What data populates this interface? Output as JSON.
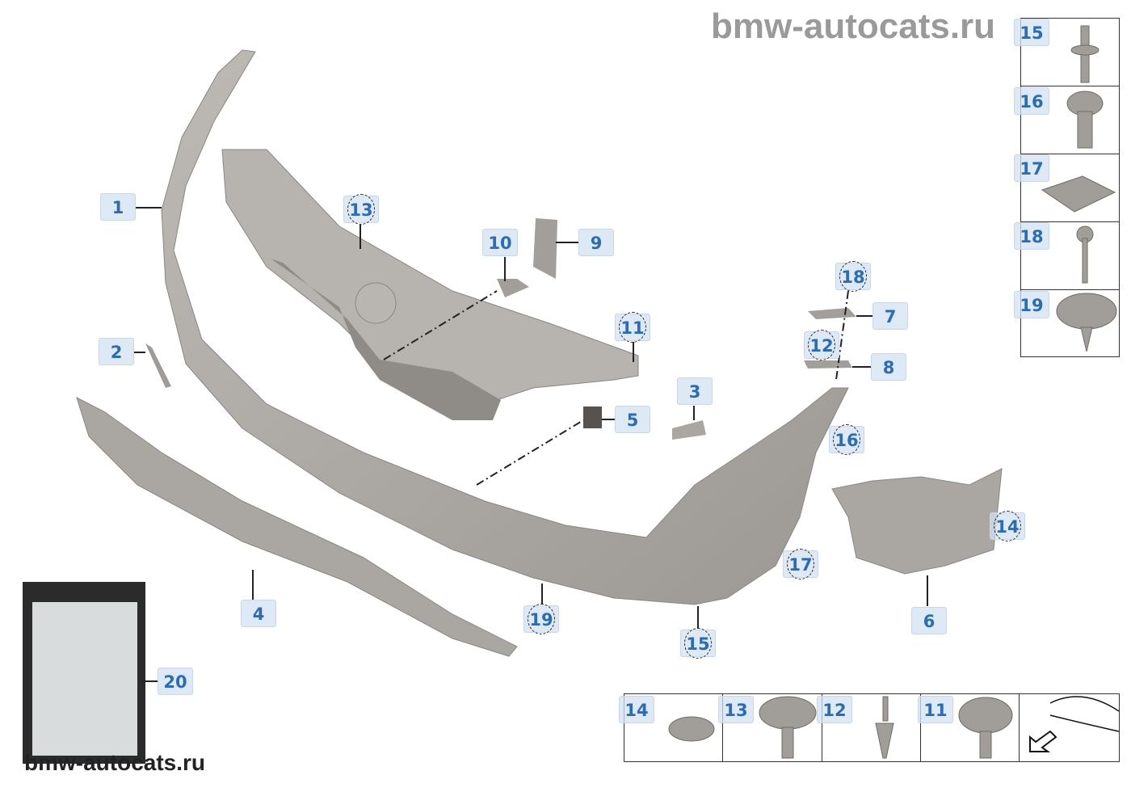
{
  "watermark_top": "bmw-autocats.ru",
  "watermark_bottom": "bmw-autocats.ru",
  "callouts": {
    "p1": "1",
    "p2": "2",
    "p3": "3",
    "p4": "4",
    "p5": "5",
    "p6": "6",
    "p7": "7",
    "p8": "8",
    "p9": "9",
    "p10": "10",
    "p11": "11",
    "p12": "12",
    "p13": "13",
    "p14": "14",
    "p15": "15",
    "p16": "16",
    "p17": "17",
    "p18": "18",
    "p19": "19",
    "p20": "20"
  },
  "fastener_column": [
    "15",
    "16",
    "17",
    "18",
    "19"
  ],
  "fastener_row": [
    "14",
    "13",
    "12",
    "11"
  ],
  "colors": {
    "callout_text": "#2a6db5",
    "part_gray": "#a9a5a0"
  }
}
